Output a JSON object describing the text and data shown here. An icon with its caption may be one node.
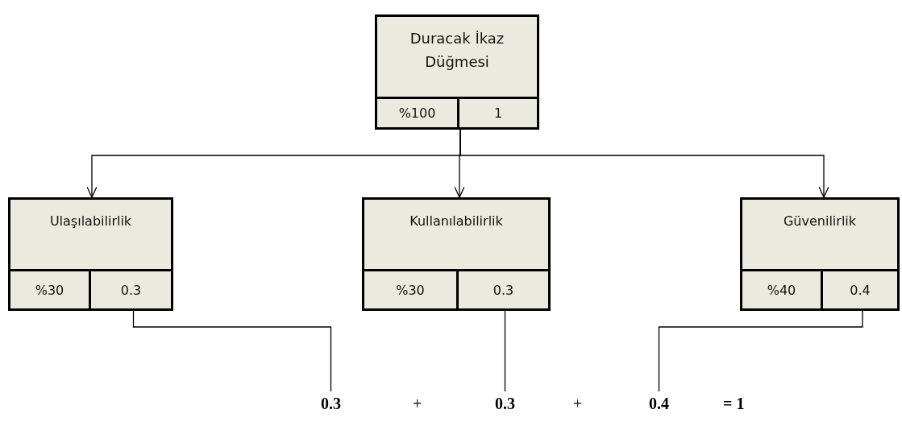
{
  "diagram": {
    "nodes": [
      {
        "text": [
          "Duracak İkaz Düğmesi",
          "%100",
          "1"
        ]
      },
      {
        "text": [
          "Ulaşılabilirlik",
          "%30",
          "0.3"
        ]
      },
      {
        "text": [
          "Kullanılabilirlik",
          "%30",
          "0.3"
        ]
      },
      {
        "text": [
          "Güvenilirlik",
          "%40",
          "0.4"
        ]
      },
      {
        "text": [
          "0.3"
        ]
      },
      {
        "text": [
          "0.3"
        ]
      },
      {
        "text": [
          "0.4"
        ]
      }
    ],
    "edges": [
      {
        "from": 0,
        "to": 1,
        "arrow": "to"
      },
      {
        "from": 0,
        "to": 2,
        "arrow": "to"
      },
      {
        "from": 0,
        "to": 3,
        "arrow": "to"
      },
      {
        "from": 1,
        "to": 4,
        "arrow": "none"
      },
      {
        "from": 2,
        "to": 5,
        "arrow": "none"
      },
      {
        "from": 3,
        "to": 6,
        "arrow": "none"
      }
    ],
    "labels": [
      "+",
      "+",
      "= 1"
    ]
  }
}
